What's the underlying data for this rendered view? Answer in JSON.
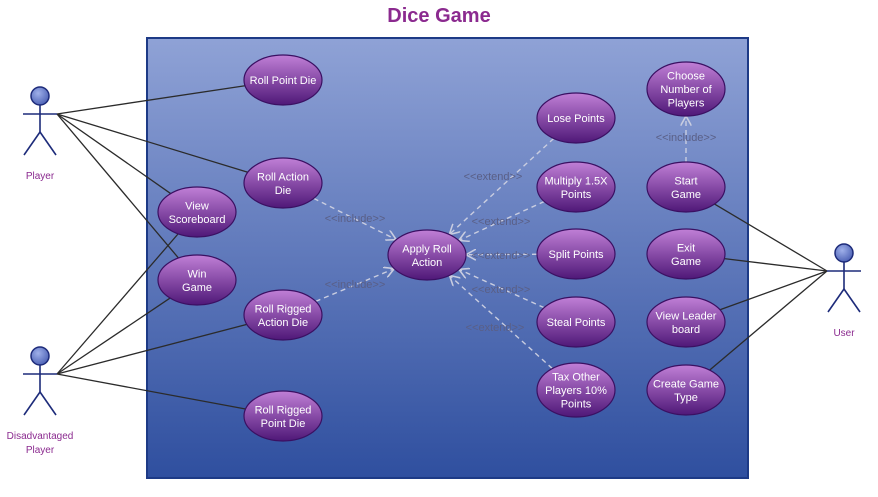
{
  "title": "Dice Game",
  "colors": {
    "title": "#8b2a8f",
    "system_top": "#8fa2d6",
    "system_bottom": "#2f4f9f",
    "system_border": "#1d3a86",
    "usecase_top": "#c07fd6",
    "usecase_bottom": "#4f1878",
    "actor_head": "#4a5fb3",
    "actor_line": "#1d2b7a"
  },
  "actors": [
    {
      "id": "player",
      "lines": [
        "Player"
      ]
    },
    {
      "id": "disadvantaged",
      "lines": [
        "Disadvantaged",
        "Player"
      ]
    },
    {
      "id": "user",
      "lines": [
        "User"
      ]
    }
  ],
  "use_cases": [
    {
      "id": "roll-point-die",
      "lines": [
        "Roll Point Die"
      ]
    },
    {
      "id": "roll-action-die",
      "lines": [
        "Roll Action",
        "Die"
      ]
    },
    {
      "id": "view-scoreboard",
      "lines": [
        "View",
        "Scoreboard"
      ]
    },
    {
      "id": "win-game",
      "lines": [
        "Win",
        "Game"
      ]
    },
    {
      "id": "roll-rigged-action-die",
      "lines": [
        "Roll Rigged",
        "Action Die"
      ]
    },
    {
      "id": "roll-rigged-point-die",
      "lines": [
        "Roll Rigged",
        "Point Die"
      ]
    },
    {
      "id": "apply-roll-action",
      "lines": [
        "Apply Roll",
        "Action"
      ]
    },
    {
      "id": "lose-points",
      "lines": [
        "Lose Points"
      ]
    },
    {
      "id": "multiply-points",
      "lines": [
        "Multiply 1.5X",
        "Points"
      ]
    },
    {
      "id": "split-points",
      "lines": [
        "Split Points"
      ]
    },
    {
      "id": "steal-points",
      "lines": [
        "Steal Points"
      ]
    },
    {
      "id": "tax-other-players",
      "lines": [
        "Tax Other",
        "Players 10%",
        "Points"
      ]
    },
    {
      "id": "choose-number-of-players",
      "lines": [
        "Choose",
        "Number of",
        "Players"
      ]
    },
    {
      "id": "start-game",
      "lines": [
        "Start",
        "Game"
      ]
    },
    {
      "id": "exit-game",
      "lines": [
        "Exit",
        "Game"
      ]
    },
    {
      "id": "view-leaderboard",
      "lines": [
        "View Leader",
        "board"
      ]
    },
    {
      "id": "create-game-type",
      "lines": [
        "Create Game",
        "Type"
      ]
    }
  ],
  "associations": [
    {
      "from": "player",
      "to": "roll-point-die"
    },
    {
      "from": "player",
      "to": "roll-action-die"
    },
    {
      "from": "player",
      "to": "view-scoreboard"
    },
    {
      "from": "player",
      "to": "win-game"
    },
    {
      "from": "disadvantaged",
      "to": "view-scoreboard"
    },
    {
      "from": "disadvantaged",
      "to": "win-game"
    },
    {
      "from": "disadvantaged",
      "to": "roll-rigged-action-die"
    },
    {
      "from": "disadvantaged",
      "to": "roll-rigged-point-die"
    },
    {
      "from": "user",
      "to": "start-game"
    },
    {
      "from": "user",
      "to": "exit-game"
    },
    {
      "from": "user",
      "to": "view-leaderboard"
    },
    {
      "from": "user",
      "to": "create-game-type"
    }
  ],
  "relations": [
    {
      "from": "roll-action-die",
      "to": "apply-roll-action",
      "label": "<<include>>"
    },
    {
      "from": "roll-rigged-action-die",
      "to": "apply-roll-action",
      "label": "<<include>>"
    },
    {
      "from": "lose-points",
      "to": "apply-roll-action",
      "label": "<<extend>>"
    },
    {
      "from": "multiply-points",
      "to": "apply-roll-action",
      "label": "<<extend>>"
    },
    {
      "from": "split-points",
      "to": "apply-roll-action",
      "label": "<<extend>>"
    },
    {
      "from": "steal-points",
      "to": "apply-roll-action",
      "label": "<<extend>>"
    },
    {
      "from": "tax-other-players",
      "to": "apply-roll-action",
      "label": "<<extend>>"
    },
    {
      "from": "start-game",
      "to": "choose-number-of-players",
      "label": "<<include>>"
    }
  ]
}
